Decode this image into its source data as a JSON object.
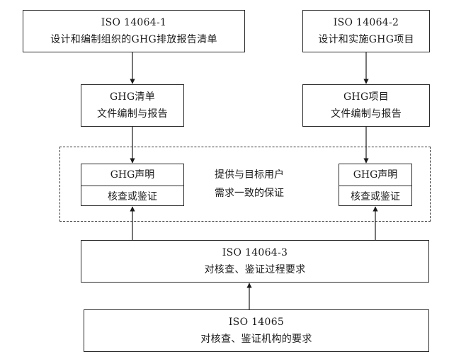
{
  "nodes": {
    "iso_14064_1": {
      "title": "ISO 14064-1",
      "desc": "设计和编制组织的GHG排放报告清单"
    },
    "iso_14064_2": {
      "title": "ISO 14064-2",
      "desc": "设计和实施GHG项目"
    },
    "ghg_inventory": {
      "line1": "GHG清单",
      "line2": "文件编制与报告"
    },
    "ghg_project": {
      "line1": "GHG项目",
      "line2": "文件编制与报告"
    },
    "ghg_statement_left": {
      "top": "GHG声明",
      "bottom": "核查或鉴证"
    },
    "ghg_statement_right": {
      "top": "GHG声明",
      "bottom": "核查或鉴证"
    },
    "assurance_text": {
      "line1": "提供与目标用户",
      "line2": "需求一致的保证"
    },
    "iso_14064_3": {
      "title": "ISO 14064-3",
      "desc": "对核查、鉴证过程要求"
    },
    "iso_14065": {
      "title": "ISO 14065",
      "desc": "对核查、鉴证机构的要求"
    }
  }
}
